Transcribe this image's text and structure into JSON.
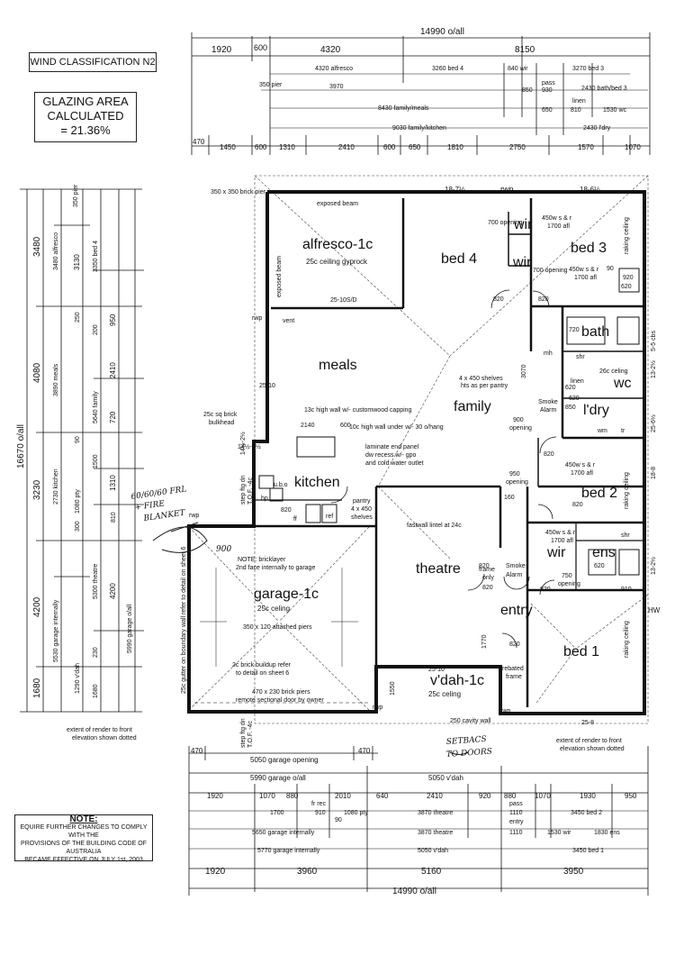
{
  "header": {
    "wind": "WIND CLASSIFICATION N2",
    "glazing_1": "GLAZING AREA",
    "glazing_2": "CALCULATED",
    "glazing_3": "= 21.36%"
  },
  "note": {
    "title": "NOTE:",
    "line1": "EQUIRE FURTHER CHANGES TO COMPLY WITH THE",
    "line2": "PROVISIONS OF THE BUILDING CODE OF AUSTRALIA",
    "line3": "BECAME EFFECTIVE ON JULY 1st, 2003"
  },
  "rooms": {
    "alfresco": "alfresco-1c",
    "alfresco_sub": "25c ceiling gyprock",
    "bed4": "bed 4",
    "bed3": "bed 3",
    "meals": "meals",
    "family": "family",
    "kitchen": "kitchen",
    "theatre": "theatre",
    "garage": "garage-1c",
    "garage_sub": "25c celing",
    "entry": "entry",
    "vdah": "v'dah-1c",
    "vdah_sub": "25c celing",
    "bed2": "bed 2",
    "bed1": "bed 1",
    "bath": "bath",
    "wc": "wc",
    "ldry": "l'dry",
    "wir_a": "wir",
    "wir_b": "wir",
    "wir_c": "wir",
    "ens": "ens"
  },
  "top_dims": {
    "overall": "14990 o/all",
    "r1": [
      "1920",
      "600",
      "4320",
      "8150"
    ],
    "alfresco": "4320 alfresco",
    "bed4": "3260 bed 4",
    "d840": "840 wir",
    "bed3": "3270 bed 3",
    "pier": "350 pier",
    "d3970": "3970",
    "pass": "pass",
    "d850": "850",
    "d930": "930",
    "bath": "2430 bath/bed 3",
    "linen": "linen",
    "famMeals": "8430 family/meals",
    "d650": "650",
    "d810": "810",
    "wc": "1530 wc",
    "famKit": "9030 family/kitchen",
    "ldry": "2430 l'dry",
    "r5": [
      "470",
      "1450",
      "600",
      "1310",
      "2410",
      "600",
      "650",
      "1810",
      "2750",
      "1570",
      "1070"
    ]
  },
  "left_dims": {
    "overall": "16670 o/all",
    "outer": [
      "3480",
      "4080",
      "3230",
      "4200",
      "1680"
    ],
    "mid": [
      "3480 alfresco",
      "3890 meals",
      "2730 kitchen",
      "5530 garage internally"
    ],
    "col2": [
      "3130",
      "3350 bed 4",
      "5640 family",
      "5300 theatre",
      "5990 garage o/all"
    ],
    "col3": [
      "950",
      "2410",
      "720",
      "1310",
      "4200"
    ],
    "small": [
      "350 pier",
      "250",
      "200",
      "90",
      "1500",
      "1080 pty",
      "810",
      "300",
      "1290 v'dah",
      "1680",
      "230"
    ]
  },
  "bottom_dims": {
    "garageOpening": "5050 garage opening",
    "d470a": "470",
    "d470b": "470",
    "garageOall": "5990 garage o/all",
    "vdah": "5050 v'dah",
    "r3": [
      "1920",
      "1070",
      "880",
      "2010",
      "640",
      "2410",
      "920",
      "880",
      "1070",
      "1930",
      "950"
    ],
    "frrec": "fr rec",
    "pass": "pass",
    "r4a": [
      "1700",
      "910",
      "90",
      "1080 pty",
      "3870 theatre",
      "1110",
      "3450 bed 2"
    ],
    "entry": "entry",
    "r4b": [
      "5650 garage internally",
      "3870 theatre",
      "1110",
      "1530 wir",
      "1830 ens"
    ],
    "r5": [
      "5770 garage internally",
      "5050 v'dah",
      "3450 bed 1"
    ],
    "r6": [
      "1920",
      "3960",
      "5160",
      "3950"
    ],
    "overall": "14990 o/all"
  },
  "annotations": {
    "exposedBeam": "exposed beam",
    "exposedBeamV": "exposed beam",
    "brickPier": "350 x 350 brick pier",
    "rwp1": "rwp",
    "rwp2": "rwp",
    "rwp3": "rwp",
    "rwp4": "rwp",
    "rwp5": "rwp",
    "vent": "vent",
    "sd": "25-10S/D",
    "d187": "18-7½",
    "d186": "18-6½",
    "op700a": "700 opening",
    "op700b": "700 opening",
    "ws1": "450w s & r",
    "ws1b": "1700 afl",
    "ws2": "450w s & r",
    "ws2b": "1700 afl",
    "ws3": "450w s & r",
    "ws3b": "1700 afl",
    "ws4": "450w s & r",
    "ws4b": "1700 afl",
    "raking1": "raking ceiling",
    "raking2": "raking ceiling",
    "raking3": "raking ceiling",
    "d820s": [
      "820",
      "820",
      "820",
      "820",
      "820",
      "820",
      "820",
      "820",
      "820"
    ],
    "d720": "720",
    "d620s": [
      "620",
      "620",
      "620",
      "620"
    ],
    "mh": "mh",
    "shr1": "shr",
    "shr2": "shr",
    "celing26": "26c celing",
    "linen": "linen",
    "wm": "wm",
    "tr": "tr",
    "d3070": "3070",
    "shelves": "4 x 450 shelves",
    "shelves2": "hts as per pantry",
    "smoke1": "Smoke",
    "smoke1b": "Alarm",
    "op900": "900",
    "op900b": "opening",
    "d850": "850",
    "highwall1": "13c high wall w/- customwood capping",
    "highwall2": "10c high wall under w/- 30 o/hang",
    "d2140": "2140",
    "d600": "600",
    "brickBulk": "25c sq brick",
    "brickBulk2": "bulkhead",
    "laminate1": "laminate end panel",
    "laminate2": "dw recess w/- gpo",
    "laminate3": "and cold water outlet",
    "ubo": "u.b.o",
    "hp": "hp",
    "ref": "ref",
    "ff": "ff",
    "pantry": "pantry",
    "pantry2": "4 x 450",
    "pantry3": "shelves",
    "op950": "950",
    "op950b": "opening",
    "d160": "160",
    "d1770": "1770",
    "fastwall": "fastwall lintel at 24c",
    "frame": "frame",
    "frame2": "only",
    "smoke2": "Smoke",
    "smoke2b": "Alarm",
    "op750": "750",
    "op750b": "opening",
    "d910": "910",
    "hw": "HW",
    "bricklayer1": "NOTE: bricklayer",
    "bricklayer2": "2nd face internally to garage",
    "piers": "350 x 120 attached piers",
    "buildup1": "2c brick buildup refer",
    "buildup2": "to detail on sheet 6",
    "brickPiers": "470 x 230 brick piers",
    "sectional": "remote sectional door by owner",
    "gutter": "25c gutter on boundary wall refer to detail on sheet 6",
    "step1": "step ftg dn",
    "step1b": "T.O.F. -4c",
    "step2": "step ftg dn",
    "step2b": "T.O.F. -4c",
    "rebated": "rebated",
    "rebated2": "frame",
    "cavity": "250 cavity wall",
    "render1": "extent of render to front",
    "render1b": "elevation shown dotted",
    "render2": "extent of render to front",
    "render2b": "elevation shown dotted",
    "d2510": "25-10",
    "d258": "25-8",
    "d1550": "1550",
    "d13a": "13-2½",
    "d13b": "13-2½",
    "d14a": "14½-2½",
    "d14b": "14½-2½",
    "d258b": "25-6½",
    "d188": "18-8",
    "d55": "5-5 cbs",
    "d920": "920",
    "d90": "90"
  },
  "handwriting": {
    "blanket1": "60/60/60 FRL",
    "blanket2": "+ FIRE",
    "blanket3": "BLANKET",
    "n900": "900",
    "setbacks1": "SETBACS",
    "setbacks2": "TO DOORS"
  }
}
